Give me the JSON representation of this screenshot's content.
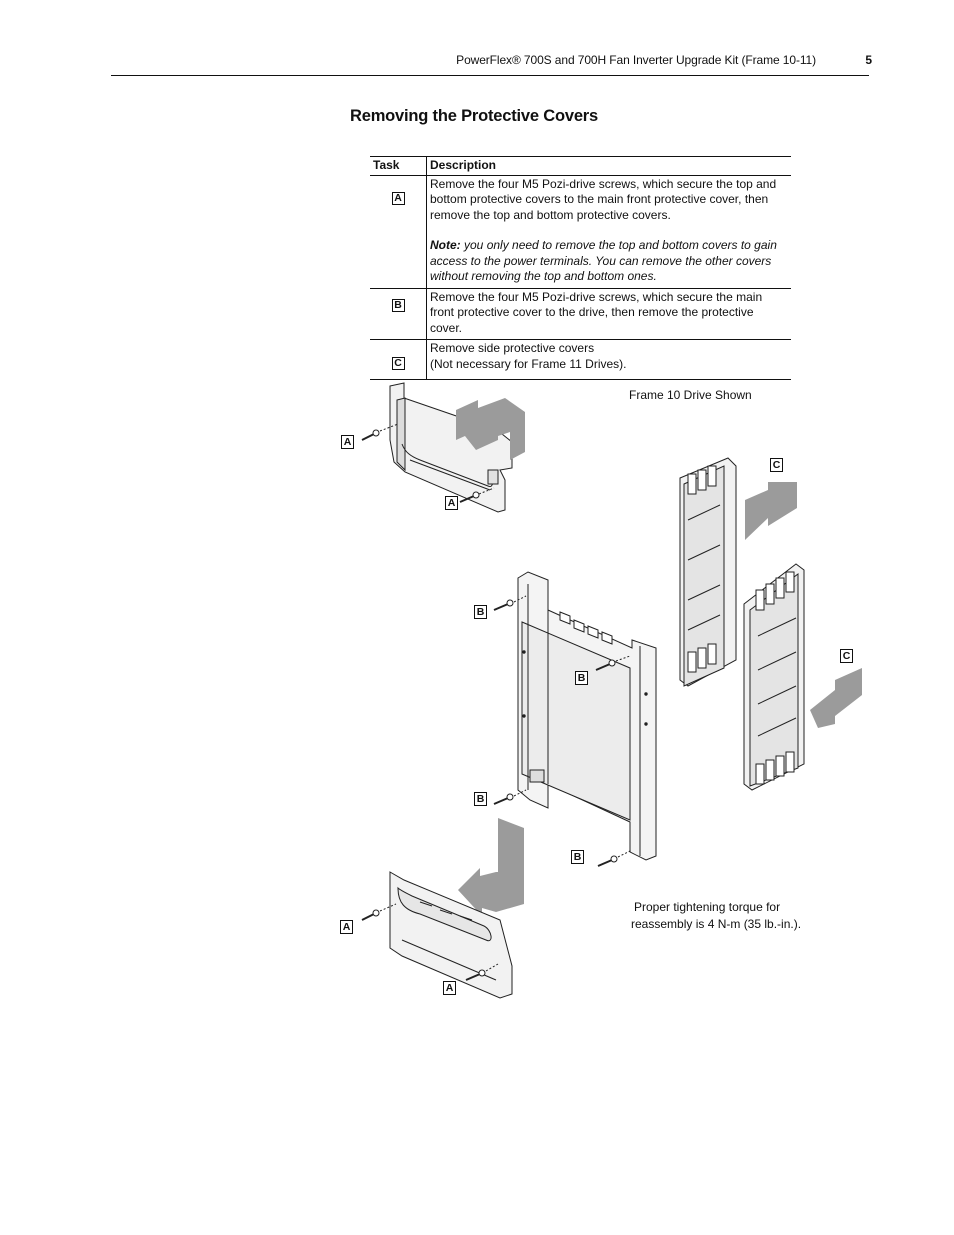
{
  "header": {
    "title": "PowerFlex® 700S and 700H Fan Inverter Upgrade Kit (Frame 10-11)",
    "page_number": "5"
  },
  "section_title": "Removing the Protective Covers",
  "table": {
    "headers": {
      "task": "Task",
      "description": "Description"
    },
    "rows": [
      {
        "task": "A",
        "description": "Remove the four M5 Pozi-drive screws, which secure the top and bottom protective covers to the main front protective cover, then remove the top and bottom protective covers.",
        "note_label": "Note:",
        "note_text": " you only need to remove the top and bottom covers to gain access to the power terminals. You can remove the other covers without removing the top and bottom ones."
      },
      {
        "task": "B",
        "description": "Remove the four M5 Pozi-drive screws, which secure the main front protective cover to the drive, then remove the protective cover."
      },
      {
        "task": "C",
        "description_line1": "Remove side protective covers",
        "description_line2": "(Not necessary for Frame 11 Drives)."
      }
    ]
  },
  "figure": {
    "caption_top": "Frame 10 Drive Shown",
    "torque_line1": "Proper tightening torque for",
    "torque_line2": "reassembly is 4 N-m (35 lb.-in.).",
    "callouts": {
      "a_top_left": "A",
      "a_top_screw": "A",
      "c_upper": "C",
      "c_lower": "C",
      "b_top_left": "B",
      "b_top_right": "B",
      "b_bottom_left": "B",
      "b_bottom_right": "B",
      "a_bottom_left": "A",
      "a_bottom_screw": "A"
    }
  }
}
